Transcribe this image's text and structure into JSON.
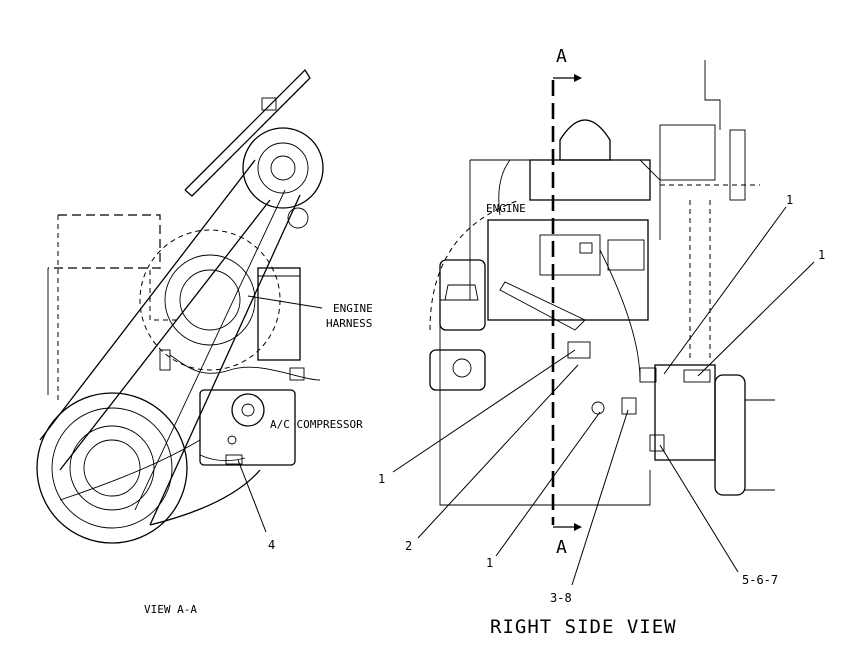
{
  "left_view": {
    "title": "VIEW A-A",
    "labels": {
      "engine_harness_line1": "ENGINE",
      "engine_harness_line2": "HARNESS",
      "ac_compressor": "A/C COMPRESSOR"
    },
    "callouts": [
      "4"
    ]
  },
  "right_view": {
    "title": "RIGHT SIDE VIEW",
    "labels": {
      "engine": "ENGINE"
    },
    "section_marker_top": "A",
    "section_marker_bottom": "A",
    "callouts": {
      "c1_top_a": "1",
      "c1_top_b": "1",
      "c1_left": "1",
      "c2": "2",
      "c1_bottom": "1",
      "c3_8": "3-8",
      "c5_6_7": "5-6-7"
    }
  }
}
